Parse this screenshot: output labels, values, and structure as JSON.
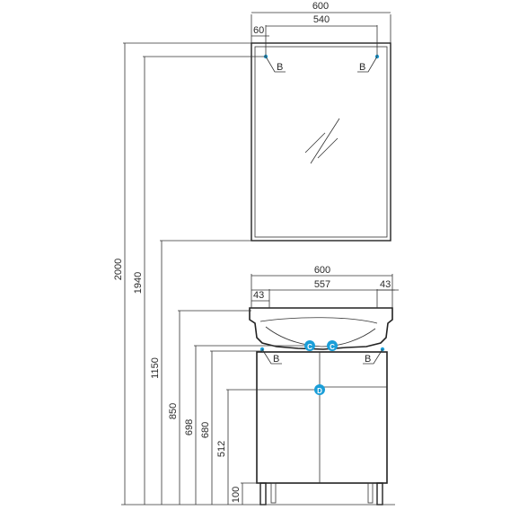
{
  "mirror": {
    "width_total": "600",
    "width_inner": "540",
    "offset_left": "60",
    "mount_label_left": "B",
    "mount_label_right": "B"
  },
  "cabinet": {
    "width_total": "600",
    "width_inner": "557",
    "offset_left": "43",
    "offset_right": "43",
    "mount_label_left": "B",
    "mount_label_right": "B",
    "marker_c_left": "C",
    "marker_c_right": "C",
    "marker_d": "D"
  },
  "heights": [
    "2000",
    "1940",
    "1150",
    "850",
    "698",
    "680",
    "512",
    "100"
  ],
  "colors": {
    "marker": "#1a9ed8",
    "line": "#222222"
  }
}
